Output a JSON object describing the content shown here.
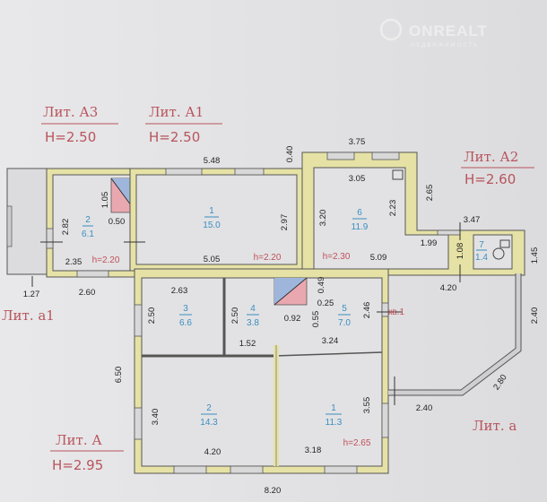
{
  "watermark": {
    "brand": "ONREALT",
    "sub": "НЕДВИЖИМОСТЬ"
  },
  "colors": {
    "wall": "#e6e2a6",
    "room_label": "#3a8fc0",
    "height_label": "#c0505a",
    "lit_label": "#b8545c"
  },
  "lit": {
    "a3": {
      "name": "Лит. А3",
      "h": "H=2.50"
    },
    "a1": {
      "name": "Лит. А1",
      "h": "H=2.50"
    },
    "a2": {
      "name": "Лит. А2",
      "h": "H=2.60"
    },
    "a": {
      "name": "Лит. А",
      "h": "H=2.95"
    },
    "a1_small": {
      "name": "Лит. а1"
    },
    "a_small": {
      "name": "Лит. а"
    }
  },
  "rooms": {
    "a3_2": {
      "num": "2",
      "area": "6.1",
      "h": "h=2.20"
    },
    "a1_1": {
      "num": "1",
      "area": "15.0",
      "h": "h=2.20"
    },
    "a2_6": {
      "num": "6",
      "area": "11.9",
      "h": "h=2.30"
    },
    "a2_7": {
      "num": "7",
      "area": "1.4"
    },
    "a_3": {
      "num": "3",
      "area": "6.6"
    },
    "a_4": {
      "num": "4",
      "area": "3.8"
    },
    "a_5": {
      "num": "5",
      "area": "7.0"
    },
    "a_2": {
      "num": "2",
      "area": "14.3"
    },
    "a_1": {
      "num": "1",
      "area": "11.3",
      "h": "h=2.65"
    }
  },
  "apartment_label": "кв.1",
  "dims": {
    "d548": "5.48",
    "d040": "0.40",
    "d375": "3.75",
    "d305": "3.05",
    "d265": "2.65",
    "d223": "2.23",
    "d320": "3.20",
    "d347": "3.47",
    "d199": "1.99",
    "d108": "1.08",
    "d145": "1.45",
    "d509": "5.09",
    "d420a": "4.20",
    "d240a": "2.40",
    "d280": "2.80",
    "d240b": "2.40",
    "d105": "1.05",
    "d050": "0.50",
    "d282": "2.82",
    "d235": "2.35",
    "d127": "1.27",
    "d260": "2.60",
    "d505": "5.05",
    "d297": "2.97",
    "d263": "2.63",
    "d250a": "2.50",
    "d250b": "2.50",
    "d152": "1.52",
    "d092": "0.92",
    "d055": "0.55",
    "d025": "0.25",
    "d049": "0.49",
    "d324": "3.24",
    "d246": "2.46",
    "d650": "6.50",
    "d340": "3.40",
    "d355": "3.55",
    "d420b": "4.20",
    "d318": "3.18",
    "d820": "8.20"
  }
}
